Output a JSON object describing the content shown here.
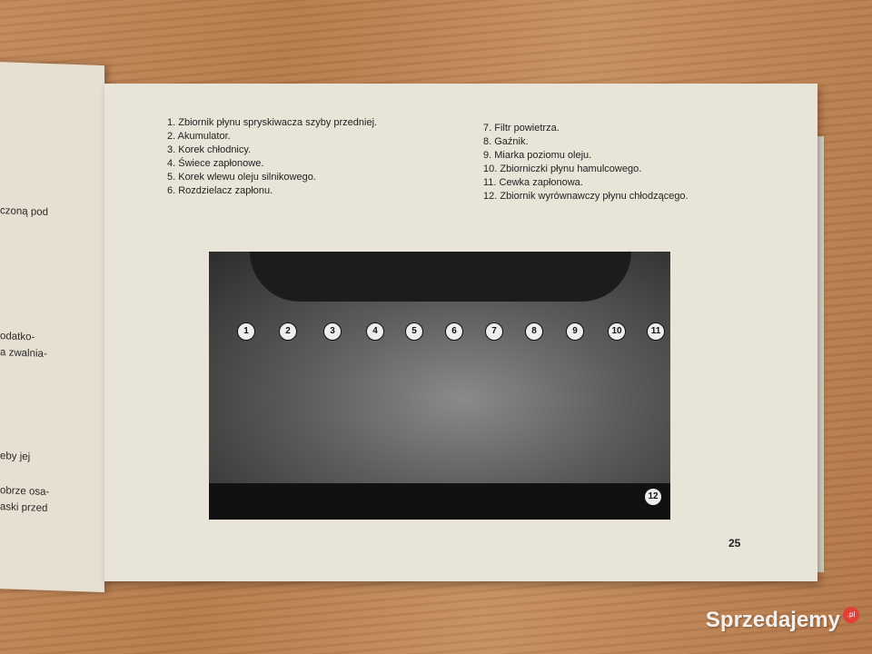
{
  "left_page": {
    "lines": [
      "czoną pod",
      "odatko-",
      "a zwalnia-",
      "eby jej",
      "obrze osa-",
      "aski przed"
    ]
  },
  "legend_left": [
    "1. Zbiornik płynu spryskiwacza  szyby przedniej.",
    "2. Akumulator.",
    "3. Korek chłodnicy.",
    "4. Świece zapłonowe.",
    "5. Korek wlewu oleju silnikowego.",
    "6. Rozdzielacz zapłonu."
  ],
  "legend_right": [
    "7. Filtr powietrza.",
    "8. Gaźnik.",
    "9. Miarka poziomu oleju.",
    "10. Zbiorniczki płynu hamulcowego.",
    "11. Cewka zapłonowa.",
    "12. Zbiornik wyrównawczy płynu chłodzącego."
  ],
  "callouts": [
    "1",
    "2",
    "3",
    "4",
    "5",
    "6",
    "7",
    "8",
    "9",
    "10",
    "11",
    "12"
  ],
  "page_number": "25",
  "watermark": {
    "text": "Sprzedajemy",
    "suffix": ".pl"
  }
}
